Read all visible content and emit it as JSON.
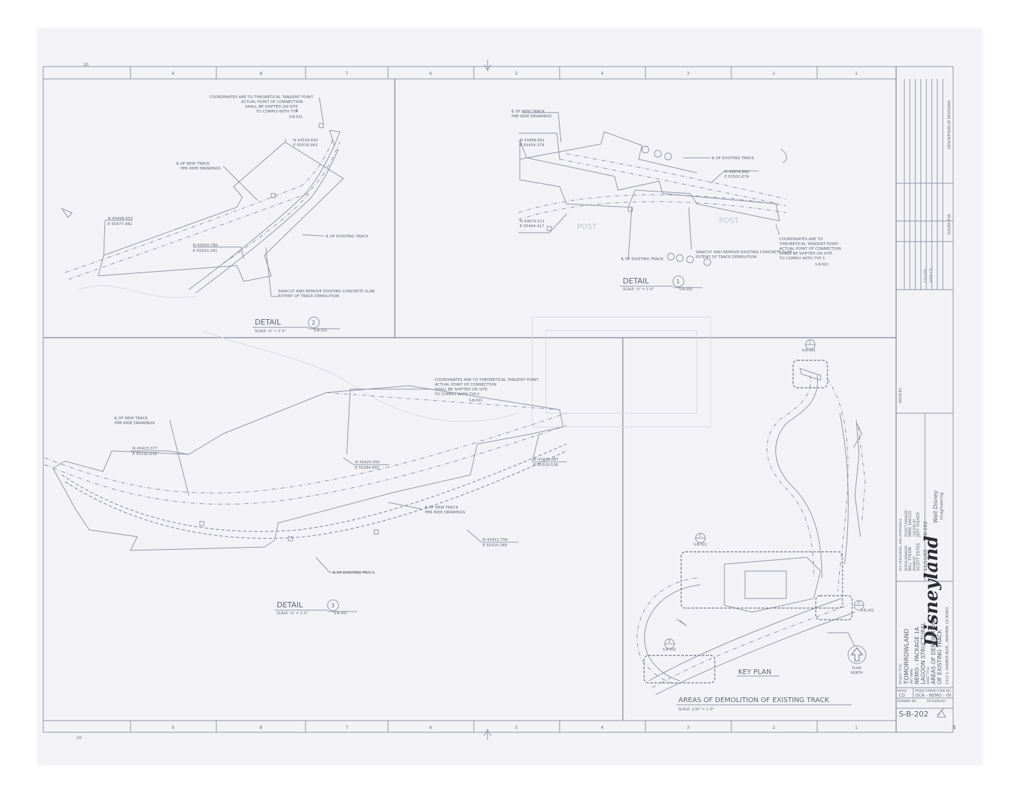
{
  "grid": {
    "columns": [
      "10",
      "9",
      "8",
      "7",
      "6",
      "5",
      "4",
      "3",
      "2",
      "1"
    ],
    "rows": [
      "E"
    ]
  },
  "detail2": {
    "title": "DETAIL",
    "number": "2",
    "ref": "S-B-202",
    "scale": "SCALE: ⅛\" = 1'-0\"",
    "note_coord": [
      "COORDINATES ARE TO THEORETICAL TANGENT POINT.",
      "ACTUAL POINT OF CONNECTION",
      "SHALL BE SHIFTED ON SITE",
      "TO COMPLY WITH      TYP."
    ],
    "note_ref_num": "5",
    "note_ref_sheet": "S-B-501",
    "new_track": [
      "℄ OF NEW TRACK",
      "PER RIDE DRAWINGS"
    ],
    "existing_track": "℄ OF EXISTING TRACK",
    "sawcut": [
      "SAWCUT AND REMOVE EXISTING CONCRETE SLAB",
      "EXTENT OF TRACK DEMOLITION"
    ],
    "coord1": [
      "N 43518.693",
      "E 55518.963"
    ],
    "coord2": [
      "N 43498.453",
      "E 55477.962"
    ],
    "coord3": [
      "N 43500.780",
      "E 55503.261"
    ]
  },
  "detail1": {
    "title": "DETAIL",
    "number": "1",
    "ref": "S-B-202",
    "scale": "SCALE: ⅛\" = 1'-0\"",
    "new_track": [
      "℄ OF NEW TRACK",
      "PER RIDE DRAWINGS"
    ],
    "existing_track_a": "℄ OF EXISTING TRACK",
    "existing_track_b": "℄ OF EXISTING TRACK",
    "sawcut": [
      "SAWCUT AND REMOVE EXISTING CONCRETE SLAB",
      "EXTENT OF TRACK DEMOLITION"
    ],
    "note_coord": [
      "COORDINATES ARE TO",
      "THEORETICAL TANGENT POINT.",
      "ACTUAL POINT OF CONNECTION",
      "SHALL BE SHIFTED ON SITE",
      "TO COMPLY WITH      TYP."
    ],
    "note_ref_num": "5",
    "note_ref_sheet": "S-B-501",
    "coord1": [
      "N 43888.891",
      "E 55454.379"
    ],
    "coord2": [
      "N 43878.862",
      "E 55502.679"
    ],
    "coord3": [
      "N 43879.511",
      "E 55464.417"
    ],
    "post": "POST"
  },
  "detail3": {
    "title": "DETAIL",
    "number": "3",
    "ref": "S-B-202",
    "scale": "SCALE: ⅛\" = 1'-0\"",
    "note_coord": [
      "COORDINATES ARE TO THEORETICAL TANGENT POINT.",
      "ACTUAL POINT OF CONNECTION",
      "SHALL BE SHIFTED ON SITE",
      "TO COMPLY WITH      TYP."
    ],
    "note_ref_num": "5",
    "note_ref_sheet": "S-B-501",
    "new_track_a": [
      "℄ OF NEW TRACK",
      "PER RIDE DRAWINGS"
    ],
    "new_track_b": [
      "℄ OF NEW TRACK",
      "PER RIDE DRAWINGS"
    ],
    "existing_track": "℄ OF EXISTING TRACK",
    "coord1": [
      "N 43423.377",
      "E 55232.635"
    ],
    "coord2": [
      "N 43425.055",
      "E 55284.897"
    ],
    "coord3": [
      "N 43433.087",
      "E 55329.518"
    ],
    "coord4": [
      "N 43412.756",
      "E 55310.369"
    ]
  },
  "keyplan": {
    "title": "AREAS OF DEMOLITION OF EXISTING TRACK",
    "scale": "SCALE: 1/32\" = 1'-0\"",
    "label": "KEY PLAN",
    "north": [
      "PLAN",
      "NORTH"
    ],
    "callouts": [
      {
        "num": "1",
        "sheet": "S-B-202"
      },
      {
        "num": "2",
        "sheet": "S-B-202"
      },
      {
        "num": "3",
        "sheet": "S-B-202"
      },
      {
        "num": "1",
        "sheet": "S-B-501"
      }
    ]
  },
  "title_block": {
    "brand": "Disneyland",
    "address": "1313 S. HARBOR BLVD., ANAHEIM, CA 92803",
    "project_label": "PROJECT TITLE:",
    "project": "TOMORROWLAND",
    "unit_label": "UNIT NAME:",
    "unit": [
      "NEMO – PACKAGE 1A",
      "LAGOON STRUCTURAL"
    ],
    "sheet_title_label": "SHEET TITLE:",
    "sheet_title": [
      "AREAS OF DEMOLITION",
      "OF EXISTING TRACK"
    ],
    "phase_label": "PHASE:",
    "phase": "CD",
    "code_label": "PROJECT/DEMO CODE NO.:",
    "code": "OCA – NEMO – 00",
    "drawing_no_label": "DRAWING NO.:",
    "revision_no_label": "REVISION NO.:",
    "drawing_no": "S-B-202",
    "personnel_header": "KEY PERSONNEL AND APPROVALS",
    "design_manager_label": "DESIGN MANAGER:",
    "design_manager": "BILL TYSON",
    "project_manager_label": "PROJECT MANAGER:",
    "project_manager": "MIKE SACCO",
    "drawn_by_label": "DRAWN BY:",
    "drawn_by": "SCOTT ESTES",
    "checked_by_label": "CHECKED BY:",
    "checked_by": "JEFF FISHER",
    "date": "11/11/05",
    "sheet_ref": "S-B-202",
    "wdi_name": [
      "Walt Disney",
      "Imagineering"
    ],
    "notices_header": "NOTICES",
    "revisions_header": "DESCRIPTION OF REVISIONS",
    "issued_for": "ISSUED FOR",
    "issue_100cd": "100% CD",
    "issue_date": "11/11/05"
  }
}
